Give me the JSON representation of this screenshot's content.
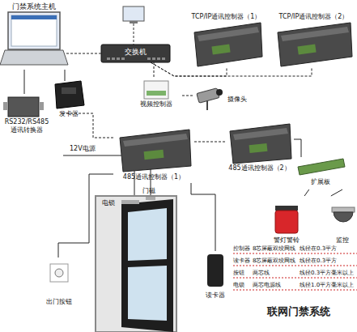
{
  "diagram": {
    "title": "联网门禁系统",
    "nodes": [
      {
        "text": [
          "门禁系统主机"
        ]
      },
      {
        "text": [
          "交换机"
        ]
      },
      {
        "text": [
          "TCP/IP通讯控制器（1）"
        ]
      },
      {
        "text": [
          "TCP/IP通讯控制器（2）"
        ]
      },
      {
        "text": [
          "视频控制器"
        ]
      },
      {
        "text": [
          "摄像头"
        ]
      },
      {
        "text": [
          "发卡器"
        ]
      },
      {
        "text": [
          "RS232/RS485 通讯转换器"
        ]
      },
      {
        "text": [
          "485通讯控制器（1）"
        ]
      },
      {
        "text": [
          "出门按钮"
        ]
      },
      {
        "text": [
          "读卡器"
        ]
      },
      {
        "text": [
          "485通讯控制器（2）"
        ]
      },
      {
        "text": [
          "扩展板"
        ]
      },
      {
        "text": [
          "警灯警铃"
        ]
      },
      {
        "text": [
          "监控"
        ]
      }
    ],
    "edges": [
      {
        "from": 0,
        "to": 1,
        "arrow": "none"
      },
      {
        "from": 1,
        "to": 2,
        "arrow": "none"
      },
      {
        "from": 1,
        "to": 3,
        "arrow": "none"
      },
      {
        "from": 1,
        "to": 4,
        "arrow": "none"
      },
      {
        "from": 4,
        "to": 5,
        "arrow": "none"
      },
      {
        "from": 0,
        "to": 6,
        "arrow": "none"
      },
      {
        "from": 0,
        "to": 7,
        "arrow": "none"
      },
      {
        "from": 7,
        "to": 8,
        "arrow": "none"
      },
      {
        "from": 8,
        "to": 11,
        "arrow": "none"
      },
      {
        "from": 8,
        "to": 9,
        "arrow": "none"
      },
      {
        "from": 8,
        "to": 10,
        "arrow": "none"
      },
      {
        "from": 11,
        "to": 12,
        "arrow": "none"
      },
      {
        "from": 12,
        "to": 13,
        "arrow": "none"
      },
      {
        "from": 12,
        "to": 14,
        "arrow": "none"
      }
    ],
    "labels": [
      "12V电源",
      "电锁",
      "门磁",
      "控制器",
      "8芯屏蔽双绞网线",
      "线径在0.3平方",
      "读卡器",
      "8芯屏蔽双绞网线",
      "线径在0.3平方",
      "按钮",
      "两芯线",
      "线径0.3平方毫米以上",
      "电锁",
      "两芯电源线",
      "线径1.0平方毫米以上"
    ]
  }
}
